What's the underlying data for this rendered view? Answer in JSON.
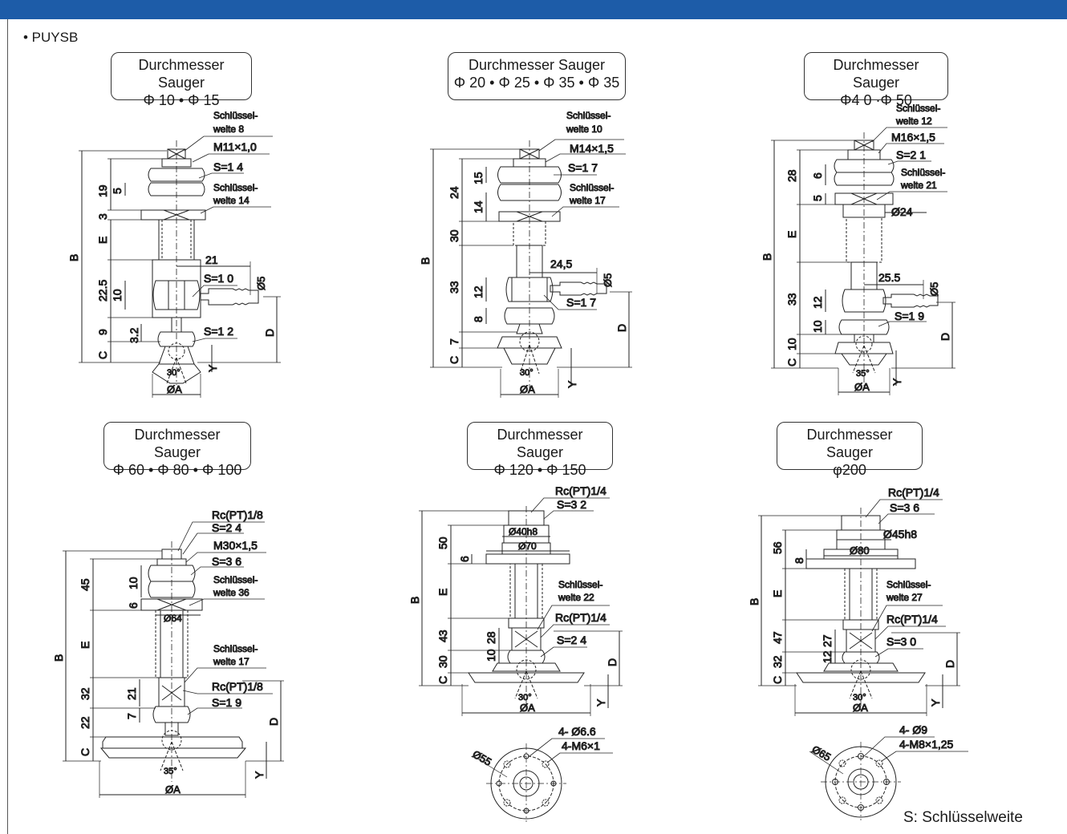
{
  "header": {
    "bar_color": "#1d5ca8"
  },
  "series_label": "• PUYSB",
  "legend": "S: Schlüsselweite",
  "panels": [
    {
      "title_line1": "Durchmesser Sauger",
      "title_line2": "Φ 10 • Φ 15",
      "wrench_label": "Schlüssel-",
      "wrench_size_1": "weite 8",
      "thread": "M11×1,0",
      "nut_size_1": "S=1 4",
      "wrench_size_2": "weite 14",
      "dim_19": "19",
      "dim_5": "5",
      "dim_3": "3",
      "dim_E": "E",
      "dim_B": "B",
      "dim_21": "21",
      "nut_size_2": "S=1 0",
      "port": "Ø5",
      "dim_225": "22.5",
      "dim_10": "10",
      "dim_9": "9",
      "dim_32": "3.2",
      "nut_size_3": "S=1 2",
      "dim_C": "C",
      "dim_D": "D",
      "dim_Y": "Y",
      "angle": "30°",
      "dim_A": "ØA"
    },
    {
      "title_line1": "Durchmesser Sauger",
      "title_line2": "Φ 20 • Φ 25 • Φ 35 • Φ 35",
      "wrench_label": "Schlüssel-",
      "wrench_size_1": "weite 10",
      "thread": "M14×1,5",
      "nut_size_1": "S=1 7",
      "wrench_size_2": "weite 17",
      "dim_24": "24",
      "dim_15": "15",
      "dim_14": "14",
      "dim_30": "30",
      "dim_B": "B",
      "dim_245": "24,5",
      "port": "Ø5",
      "dim_33": "33",
      "dim_12": "12",
      "nut_size_2": "S=1 7",
      "dim_8": "8",
      "dim_7": "7",
      "dim_C": "C",
      "dim_D": "D",
      "dim_Y": "Y",
      "angle": "30°",
      "dim_A": "ØA"
    },
    {
      "title_line1": "Durchmesser Sauger",
      "title_line2": "Φ4 0 ·Φ 50",
      "wrench_label": "Schlüssel-",
      "wrench_size_1": "weite 12",
      "thread": "M16×1,5",
      "nut_size_1": "S=2 1",
      "wrench_size_2": "weite 21",
      "dim_28": "28",
      "dim_6": "6",
      "dim_5": "5",
      "dia_24": "Ø24",
      "dim_E": "E",
      "dim_B": "B",
      "dim_255": "25.5",
      "port": "Ø5",
      "dim_33": "33",
      "dim_12": "12",
      "dim_10a": "10",
      "nut_size_2": "S=1 9",
      "dim_C": "C",
      "dim_10b": "10",
      "dim_D": "D",
      "dim_Y": "Y",
      "angle": "35°",
      "dim_A": "ØA"
    },
    {
      "title_line1": "Durchmesser Sauger",
      "title_line2": "Φ 60 • Φ 80 • Φ 100",
      "port_top": "Rc(PT)1/8",
      "nut_size_1": "S=2 4",
      "thread": "M30×1,5",
      "nut_size_2": "S=3 6",
      "wrench_label": "Schlüssel-",
      "wrench_size_1": "weite 36",
      "dim_45": "45",
      "dim_10": "10",
      "dim_6": "6",
      "dia_64": "Ø64",
      "dim_E": "E",
      "dim_B": "B",
      "wrench_size_2": "weite 17",
      "dim_32": "32",
      "dim_21": "21",
      "port_side": "Rc(PT)1/8",
      "dim_7": "7",
      "nut_size_3": "S=1 9",
      "dim_22": "22",
      "dim_D": "D",
      "dim_C": "C",
      "dim_Y": "Y",
      "angle": "35°",
      "dim_A": "ØA"
    },
    {
      "title_line1": "Durchmesser Sauger",
      "title_line2": "Φ 120 • Φ 150",
      "port_top": "Rc(PT)1/4",
      "nut_size_1": "S=3 2",
      "dia_40": "Ø40h8",
      "dia_70": "Ø70",
      "dim_50": "50",
      "dim_6": "6",
      "dim_E": "E",
      "dim_B": "B",
      "wrench_label": "Schlüssel-",
      "wrench_size": "weite 22",
      "port_side": "Rc(PT)1/4",
      "dim_43": "43",
      "dim_28": "28",
      "nut_size_2": "S=2 4",
      "dim_10": "10",
      "dim_30": "30",
      "dim_D": "D",
      "dim_C": "C",
      "dim_Y": "Y",
      "angle": "30°",
      "dim_A": "ØA",
      "hole_count": "4-  Ø6.6",
      "hole_thread": "4-M6×1",
      "pcd": "Ø55"
    },
    {
      "title_line1": "Durchmesser Sauger",
      "title_line2": "φ200",
      "port_top": "Rc(PT)1/4",
      "nut_size_1": "S=3 6",
      "dia_45": "Ø45h8",
      "dia_80": "Ø80",
      "dim_56": "56",
      "dim_8": "8",
      "dim_E": "E",
      "dim_B": "B",
      "wrench_label": "Schlüssel-",
      "wrench_size": "weite 27",
      "port_side": "Rc(PT)1/4",
      "dim_47": "47",
      "dim_27": "27",
      "nut_size_2": "S=3 0",
      "dim_12": "12",
      "dim_32": "32",
      "dim_D": "D",
      "dim_C": "C",
      "dim_Y": "Y",
      "angle": "30°",
      "dim_A": "ØA",
      "hole_count": "4-  Ø9",
      "hole_thread": "4-M8×1,25",
      "pcd": "Ø65"
    }
  ]
}
